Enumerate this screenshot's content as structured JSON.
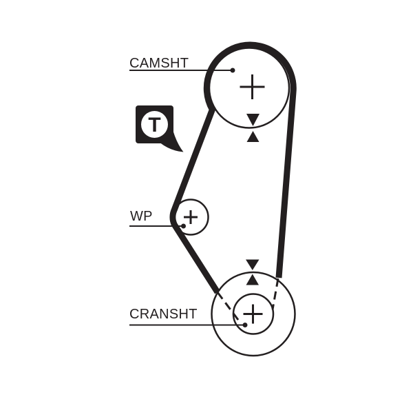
{
  "diagram": {
    "type": "timing-belt-routing-diagram",
    "background_color": "#ffffff",
    "ink_color": "#231f20",
    "pulleys": [
      {
        "id": "camshaft",
        "label": "CAMSHT",
        "marks": [
          "center-cross",
          "alignment-arrows"
        ]
      },
      {
        "id": "water-pump",
        "label": "WP",
        "marks": [
          "center-cross"
        ]
      },
      {
        "id": "crankshaft",
        "label": "CRANSHT",
        "marks": [
          "center-cross",
          "alignment-arrows"
        ]
      }
    ],
    "tensioner_marker": {
      "label": "T"
    },
    "belt": {
      "visible_style": "solid-thick",
      "hidden_style": "dashed"
    }
  }
}
